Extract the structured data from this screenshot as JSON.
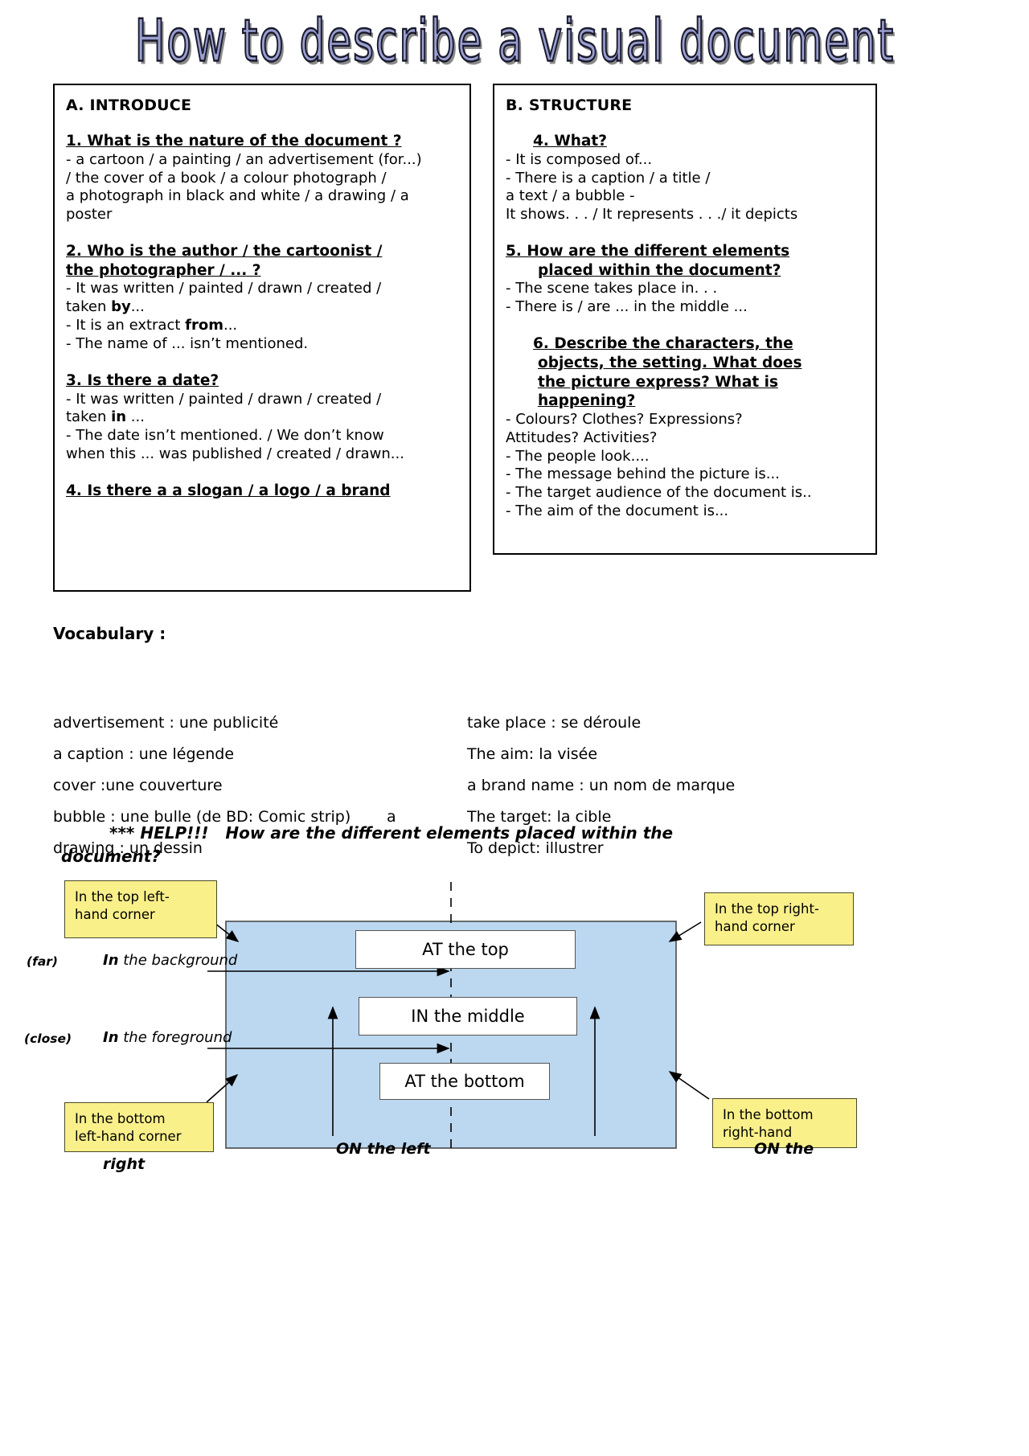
{
  "title": "How to describe a visual document",
  "box_a": {
    "heading": "A. INTRODUCE",
    "q1": {
      "head": "1. What is the nature of the document ?",
      "lines": [
        "- a cartoon / a painting / an advertisement (for...)",
        "/ the cover of a book / a colour photograph /",
        "a photograph in black and white / a drawing / a",
        "poster"
      ]
    },
    "q2": {
      "head_l1": "2. Who is the author / the cartoonist /",
      "head_l2": "the photographer / ... ?",
      "lines": [
        "- It was written / painted / drawn / created /",
        "taken by...",
        "- It is an extract from...",
        "- The name of ... isn’t mentioned."
      ],
      "bold1": "by",
      "bold2": "from"
    },
    "q3": {
      "head": "3. Is there a date?",
      "lines": [
        "- It was written / painted / drawn / created  /",
        "taken in ...",
        "- The date isn’t mentioned. / We don’t know",
        "when this ... was published / created / drawn..."
      ],
      "bold1": "in"
    },
    "q4_clipped": "4. Is there a a slogan / a logo / a brand"
  },
  "box_b": {
    "heading": "B. STRUCTURE",
    "q4": {
      "head": "4.  What?",
      "lines": [
        "- It is composed of...",
        "- There is a caption / a title /",
        " a text / a bubble -",
        " It shows. . . / It represents . . ./ it depicts"
      ]
    },
    "q5": {
      "head_l1": "5.  How are the different elements",
      "head_l2": "placed within the document?",
      "lines": [
        "- The scene takes place in. . .",
        "- There is / are ... in the middle ..."
      ]
    },
    "q6": {
      "head_l1": "6.  Describe the characters, the",
      "head_l2": "objects, the setting. What does",
      "head_l3": "the picture express? What is",
      "head_l4": "happening?",
      "lines": [
        "- Colours? Clothes? Expressions?",
        " Attitudes? Activities?",
        "- The people look....",
        "- The message behind the picture is...",
        "- The target audience of the document is..",
        "- The aim of the document is..."
      ]
    }
  },
  "vocabulary": {
    "label": "Vocabulary :",
    "stray": "a",
    "rows": [
      {
        "left": "advertisement : une publicité",
        "right": "take place : se déroule"
      },
      {
        "left": "a caption :  une légende",
        "right": "The aim: la visée"
      },
      {
        "left": "cover :une couverture",
        "right": "a brand name : un nom de marque"
      },
      {
        "left": "bubble : une bulle (de BD: Comic strip)",
        "right": "The target: la cible"
      },
      {
        "left": "drawing :    un dessin",
        "right": "To depict: illustrer"
      }
    ]
  },
  "help": {
    "stars": "*** HELP!!!",
    "question_l1": "How are the different elements placed within the",
    "question_l2": "document?"
  },
  "diagram": {
    "notes": {
      "top_left_l1": "In the top left-",
      "top_left_l2": "hand corner",
      "top_right_l1": "In the top right-",
      "top_right_l2": "hand corner",
      "bottom_left_l1": "In the bottom",
      "bottom_left_l2": "left-hand corner",
      "bottom_right_l1": "In the bottom",
      "bottom_right_l2": "right-hand"
    },
    "inner": {
      "top": "AT the top",
      "middle": "IN the middle",
      "bottom": "AT the bottom"
    },
    "labels": {
      "far": "(far)",
      "close": "(close)",
      "background_bold": "In",
      "background_rest": " the background",
      "foreground_bold": "In",
      "foreground_rest": " the foreground",
      "on_left": "ON the left",
      "on_right": "ON the",
      "right_stray": "right"
    },
    "colors": {
      "canvas_fill": "#bcd8f0",
      "canvas_stroke": "#4a4a4a",
      "note_fill": "#faf08a",
      "note_stroke": "#4a4a2a"
    }
  }
}
